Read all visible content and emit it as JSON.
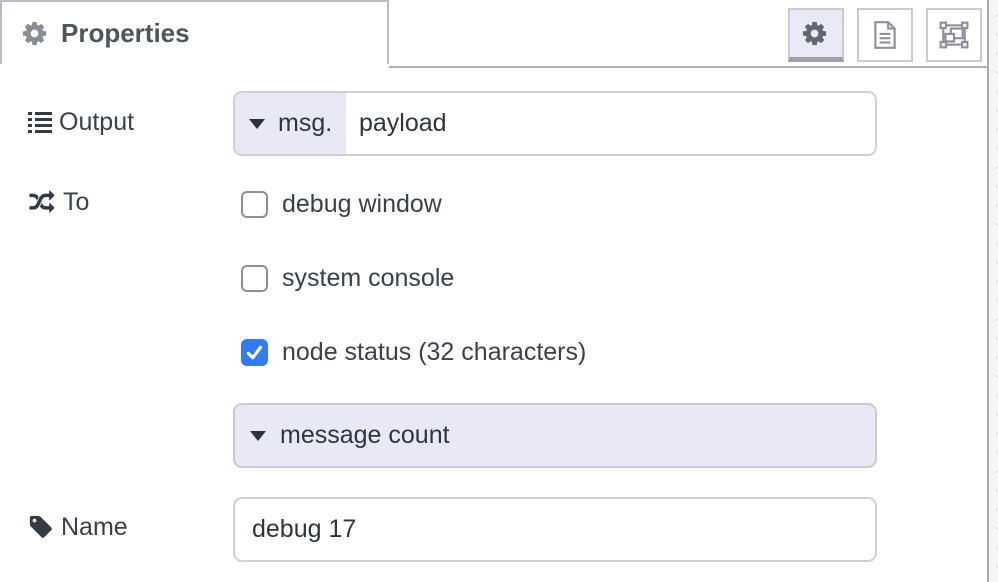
{
  "header": {
    "tab_label": "Properties",
    "buttons": [
      {
        "id": "properties",
        "icon": "gear-icon",
        "selected": true
      },
      {
        "id": "description",
        "icon": "document-icon",
        "selected": false
      },
      {
        "id": "appearance",
        "icon": "appearance-icon",
        "selected": false
      }
    ]
  },
  "form": {
    "output": {
      "label": "Output",
      "icon": "list-icon",
      "type_prefix": "msg.",
      "value": "payload"
    },
    "to": {
      "label": "To",
      "icon": "shuffle-icon",
      "checkboxes": [
        {
          "label": "debug window",
          "checked": false
        },
        {
          "label": "system console",
          "checked": false
        },
        {
          "label": "node status (32 characters)",
          "checked": true
        }
      ],
      "status_format": "message count"
    },
    "name": {
      "label": "Name",
      "icon": "tag-icon",
      "value": "debug 17"
    }
  },
  "colors": {
    "checkbox_accent": "#317BF6",
    "typed_input_bg": "#E8E9F4",
    "border_gray": "#CDCFD9",
    "tab_border": "#B9BBC6"
  }
}
